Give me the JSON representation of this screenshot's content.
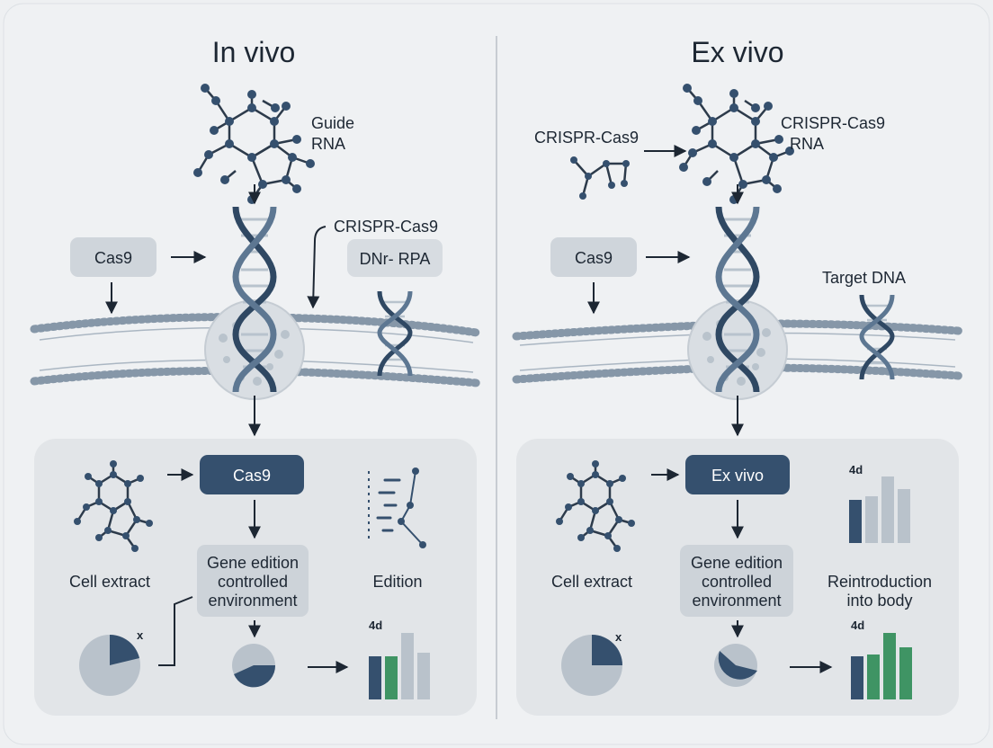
{
  "left_panel": {
    "title": "In vivo",
    "guide_rna_label_1": "Guide",
    "guide_rna_label_2": "RNA",
    "cas9_box": "Cas9",
    "crispr_label": "CRISPR-Cas9",
    "dna_rpa_box": "DNr- RPA",
    "process_box": "Cas9",
    "cell_extract": "Cell extract",
    "env_1": "Gene edition",
    "env_2": "controlled",
    "env_3": "environment",
    "edition": "Edition",
    "pie_mark": "x",
    "bar_mark": "4d"
  },
  "right_panel": {
    "title": "Ex vivo",
    "crispr_left": "CRISPR-Cas9",
    "crispr_right_1": "CRISPR-Cas9",
    "crispr_right_2": "RNA",
    "cas9_box": "Cas9",
    "target_dna": "Target DNA",
    "process_box": "Ex vivo",
    "cell_extract": "Cell extract",
    "env_1": "Gene edition",
    "env_2": "controlled",
    "env_3": "environment",
    "reintro_1": "Reintroduction",
    "reintro_2": "into body",
    "pie_mark": "x",
    "bar_mark_top": "4d",
    "bar_mark_bottom": "4d"
  },
  "colors": {
    "navy": "#35506e",
    "green": "#3f9464",
    "gray": "#b9c2cb",
    "box": "#d4d9de",
    "panel": "#e3e6e9"
  }
}
